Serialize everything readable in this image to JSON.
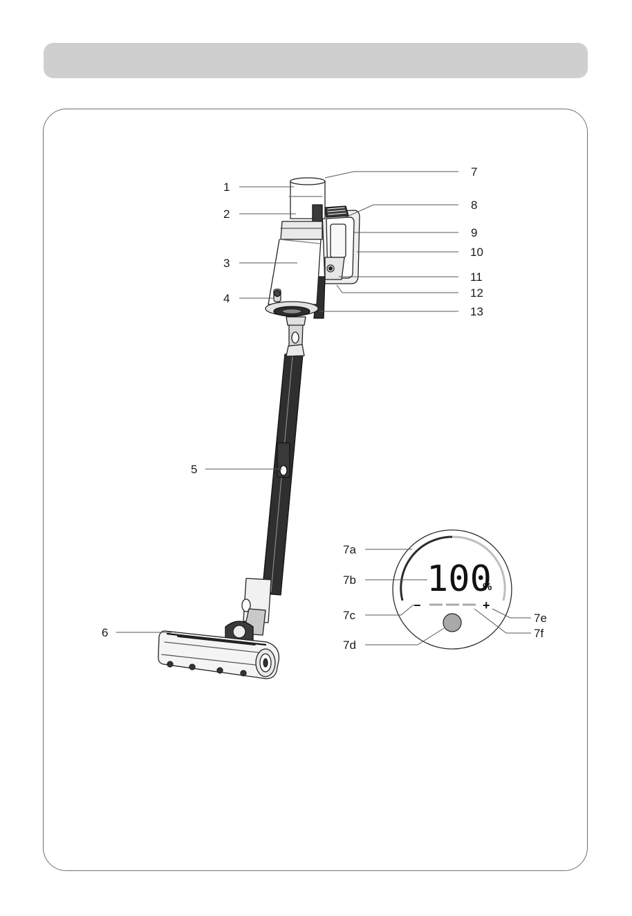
{
  "callouts": {
    "c1": "1",
    "c2": "2",
    "c3": "3",
    "c4": "4",
    "c5": "5",
    "c6": "6",
    "c7": "7",
    "c8": "8",
    "c9": "9",
    "c10": "10",
    "c11": "11",
    "c12": "12",
    "c13": "13",
    "c7a": "7a",
    "c7b": "7b",
    "c7c": "7c",
    "c7d": "7d",
    "c7e": "7e",
    "c7f": "7f"
  },
  "display": {
    "digits": "100",
    "unit": "%",
    "minus": "−",
    "plus": "+",
    "power_level_segments": 3
  },
  "colors": {
    "header": "#cfcfcf",
    "outline": "#6f6f6f",
    "arc_dark": "#2a2a2a",
    "arc_light": "#bdbdbd",
    "button_fill": "#a9a9a9"
  }
}
